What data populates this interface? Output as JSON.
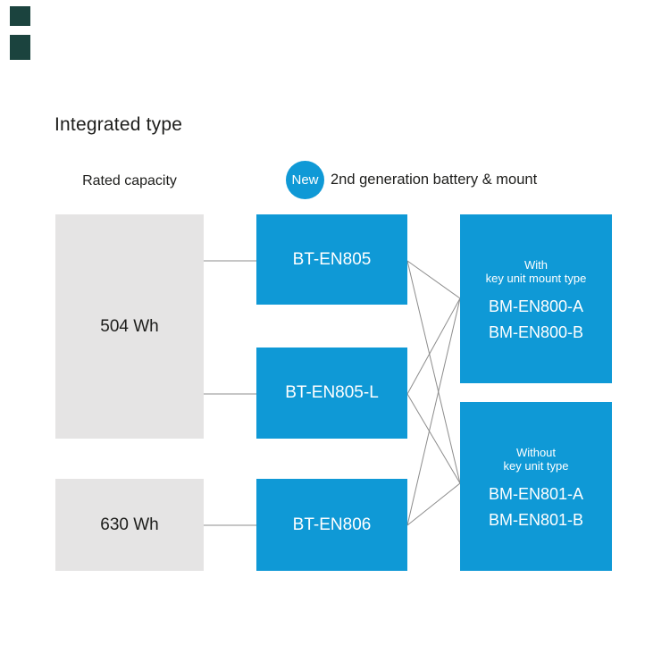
{
  "page": {
    "title": "Integrated type"
  },
  "colors": {
    "blue": "#0f99d6",
    "graybox": "#e5e4e4",
    "line": "#8c8c8c",
    "text": "#1d1d1b",
    "mark": "#1b433e"
  },
  "header": {
    "capacity_column_label": "Rated capacity",
    "badge_label": "New",
    "legend_label": "2nd generation battery & mount"
  },
  "capacities": [
    {
      "label": "504 Wh"
    },
    {
      "label": "630 Wh"
    }
  ],
  "batteries": [
    {
      "label": "BT-EN805"
    },
    {
      "label": "BT-EN805-L"
    },
    {
      "label": "BT-EN806"
    }
  ],
  "mounts": [
    {
      "subtitle_line1": "With",
      "subtitle_line2": "key unit mount type",
      "models": [
        "BM-EN800-A",
        "BM-EN800-B"
      ]
    },
    {
      "subtitle_line1": "Without",
      "subtitle_line2": "key unit type",
      "models": [
        "BM-EN801-A",
        "BM-EN801-B"
      ]
    }
  ]
}
